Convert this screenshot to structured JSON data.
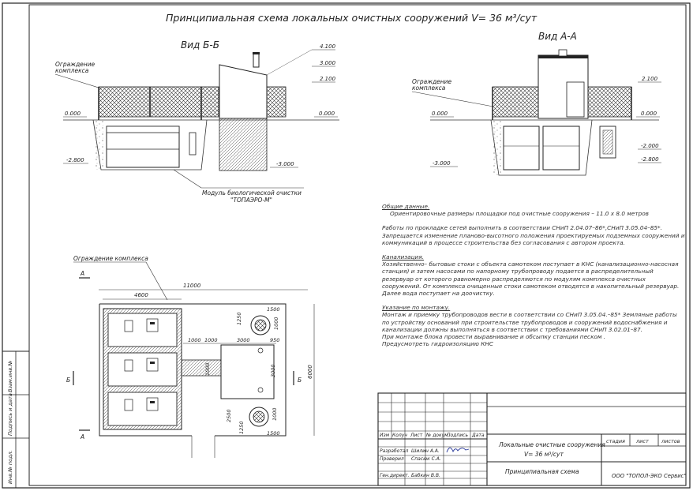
{
  "title": "Принципиальная схема   локальных  очистных  сооружений  V= 36 м³/сут",
  "view_bb": {
    "label": "Вид Б-Б",
    "fence_label_1": "Ограждение",
    "fence_label_2": "комплекса",
    "lev_4100": "4.100",
    "lev_3000": "3.000",
    "lev_2100": "2.100",
    "lev_0_left": "0.000",
    "lev_0_right": "0.000",
    "lev_m2800": "-2.800",
    "lev_m3000": "-3.000",
    "module_1": "Модуль   биологической очистки",
    "module_2": "\"ТОПАЭРО-М\""
  },
  "view_aa": {
    "label": "Вид А-А",
    "fence_label_1": "Ограждение",
    "fence_label_2": "комплекса",
    "lev_2100": "2.100",
    "lev_0_left": "0.000",
    "lev_0_right": "0.000",
    "lev_m2000": "-2.000",
    "lev_m2800": "-2.800",
    "lev_m3000": "-3.000"
  },
  "plan": {
    "fence_label": "Ограждение комплекса",
    "mark_a_top": "А",
    "mark_a_bottom": "А",
    "mark_b_left": "Б",
    "mark_b_right": "Б",
    "dim_11000": "11000",
    "dim_4600": "4600",
    "dim_1500_top": "1500",
    "dim_1250_top": "1250",
    "dim_1000_a": "1000",
    "dim_1000_b": "1000",
    "dim_3000_top": "3000",
    "dim_950": "950",
    "dim_1000_ring": "1000",
    "dim_1000_mid": "1000",
    "dim_3000_right": "3000",
    "dim_2500": "2500",
    "dim_1250_bot": "1250",
    "dim_1000_ring2": "1000",
    "dim_1500_bot": "1500",
    "dim_6000": "6000"
  },
  "notes": {
    "h1": "Общие  данные.",
    "p1": "Ориентировочные  размеры  площадки  под очистные  сооружения   –  11.0 х 8.0 метров",
    "p2": "Работы  по  прокладке  сетей  выполнить  в  соответствии  СНиП  2.04.07–86*,СНиП 3.05.04–85*. Запрещается изменение планово-высотного положения проектируемых подземных сооружений и коммуникаций  в  процессе  строительства без  согласования  с  автором  проекта.",
    "h2": "Канализация.",
    "p3": "Хозяйственно– бытовые  стоки  с  объекта  самотеком  поступает  в  КНС (канализационно-насосная станция) и  затем  насосами  по  напорному  трубопроводу подается  в  распределительный  резервуар  от  которого  равномерно распределяются  по модулям комплекса очистных сооружений. От комплекса очищенные  стоки самотеком отводятся  в  накопительный  резервуар.  Далее вода поступает на доочистку.",
    "h3": "Указание  по  монтажу.",
    "p4": "Монтаж  и  приемку  трубопроводов  вести  в  соответствии  со  СНиП  3.05.04.–85* Земляные  работы  по  устройству  оснований  при строительстве  трубопроводов  и сооружений  водоснабжения  и  канализации  должны  выполняться  в  соответствии  с требованиями   СНиП  3.02.01–87.",
    "p5": "При  монтаже  блока провести  выравнивание  и обсыпку  станции  песком .",
    "p6": "Предусмотреть  гидроизоляцию  КНС"
  },
  "title_block": {
    "col_izm": "Изм",
    "col_kolu": "Колуч",
    "col_list": "Лист",
    "col_ndok": "№ докум.",
    "col_podp": "Подпись",
    "col_data": "Дата",
    "razrab_role": "Разработал",
    "razrab_name": "Шилин А.А.",
    "prov_role": "Проверил",
    "prov_name": "Спасюк С.А.",
    "gen_role": "Ген.директ.",
    "gen_name": "Бабкин В.В.",
    "doc_title_1": "Локальные очистные сооружения",
    "doc_title_2": "V= 36 м³/сут",
    "stadiya": "стадия",
    "list": "лист",
    "listov": "листов",
    "sheet_name": "Принципиальная  схема",
    "company": "ООО \"ТОПОЛ-ЭКО Сервис\""
  },
  "side_stamp": {
    "inv_podl": "Инв.№ подл.",
    "podp_data": "Подпись  и дата",
    "vzam_inv": "Взам.инв.№"
  }
}
